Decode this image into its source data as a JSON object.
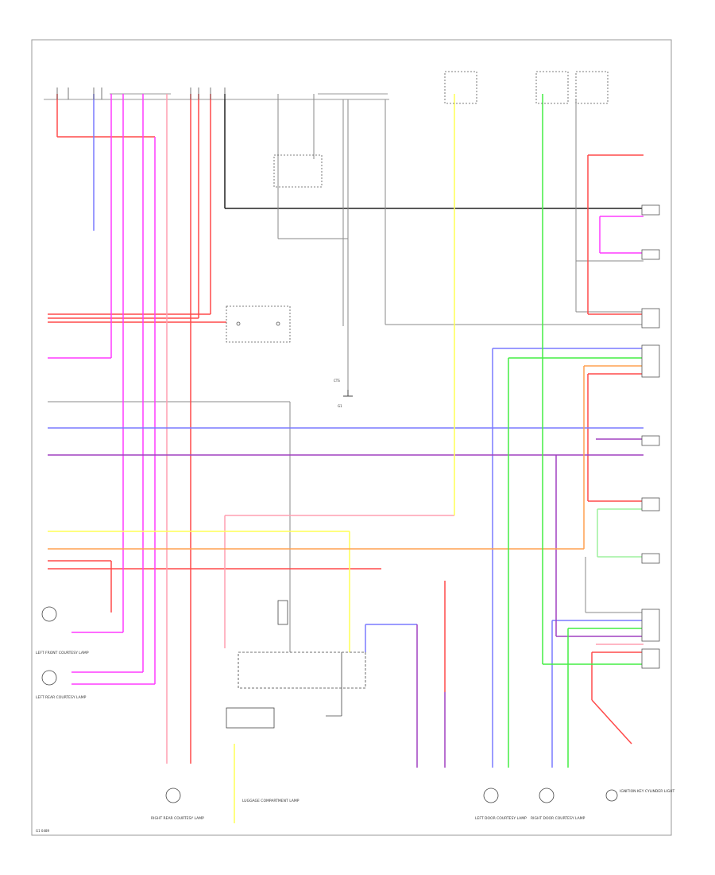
{
  "labels": {
    "cts_label": "CTS",
    "cts_ground": "G1",
    "lf_lamp": "LEFT FRONT COURTESY LAMP",
    "lr_lamp": "LEFT REAR COURTESY LAMP",
    "rr_lamp": "RIGHT REAR COURTESY LAMP",
    "luggage_lamp": "LUGGAGE COMPARTMENT LAMP",
    "ignition_key": "IGNITION KEY CYLINDER LIGHT",
    "left_door": "LEFT DOOR COURTESY LAMP",
    "right_door": "RIGHT DOOR COURTESY LAMP",
    "footer": "G1 0489"
  },
  "colors": {
    "frame": "#9a9a9a",
    "wire_black": "#222222",
    "wire_gray": "#8a8a8a",
    "wire_red": "#ff4a4a",
    "wire_pink": "#ff9fb0",
    "wire_magenta": "#ff3cff",
    "wire_blue": "#7a7aff",
    "wire_purple": "#a040c0",
    "wire_yellow": "#ffff55",
    "wire_orange": "#ffa050",
    "wire_green": "#44ee44",
    "wire_ltgreen": "#9ef09e"
  }
}
